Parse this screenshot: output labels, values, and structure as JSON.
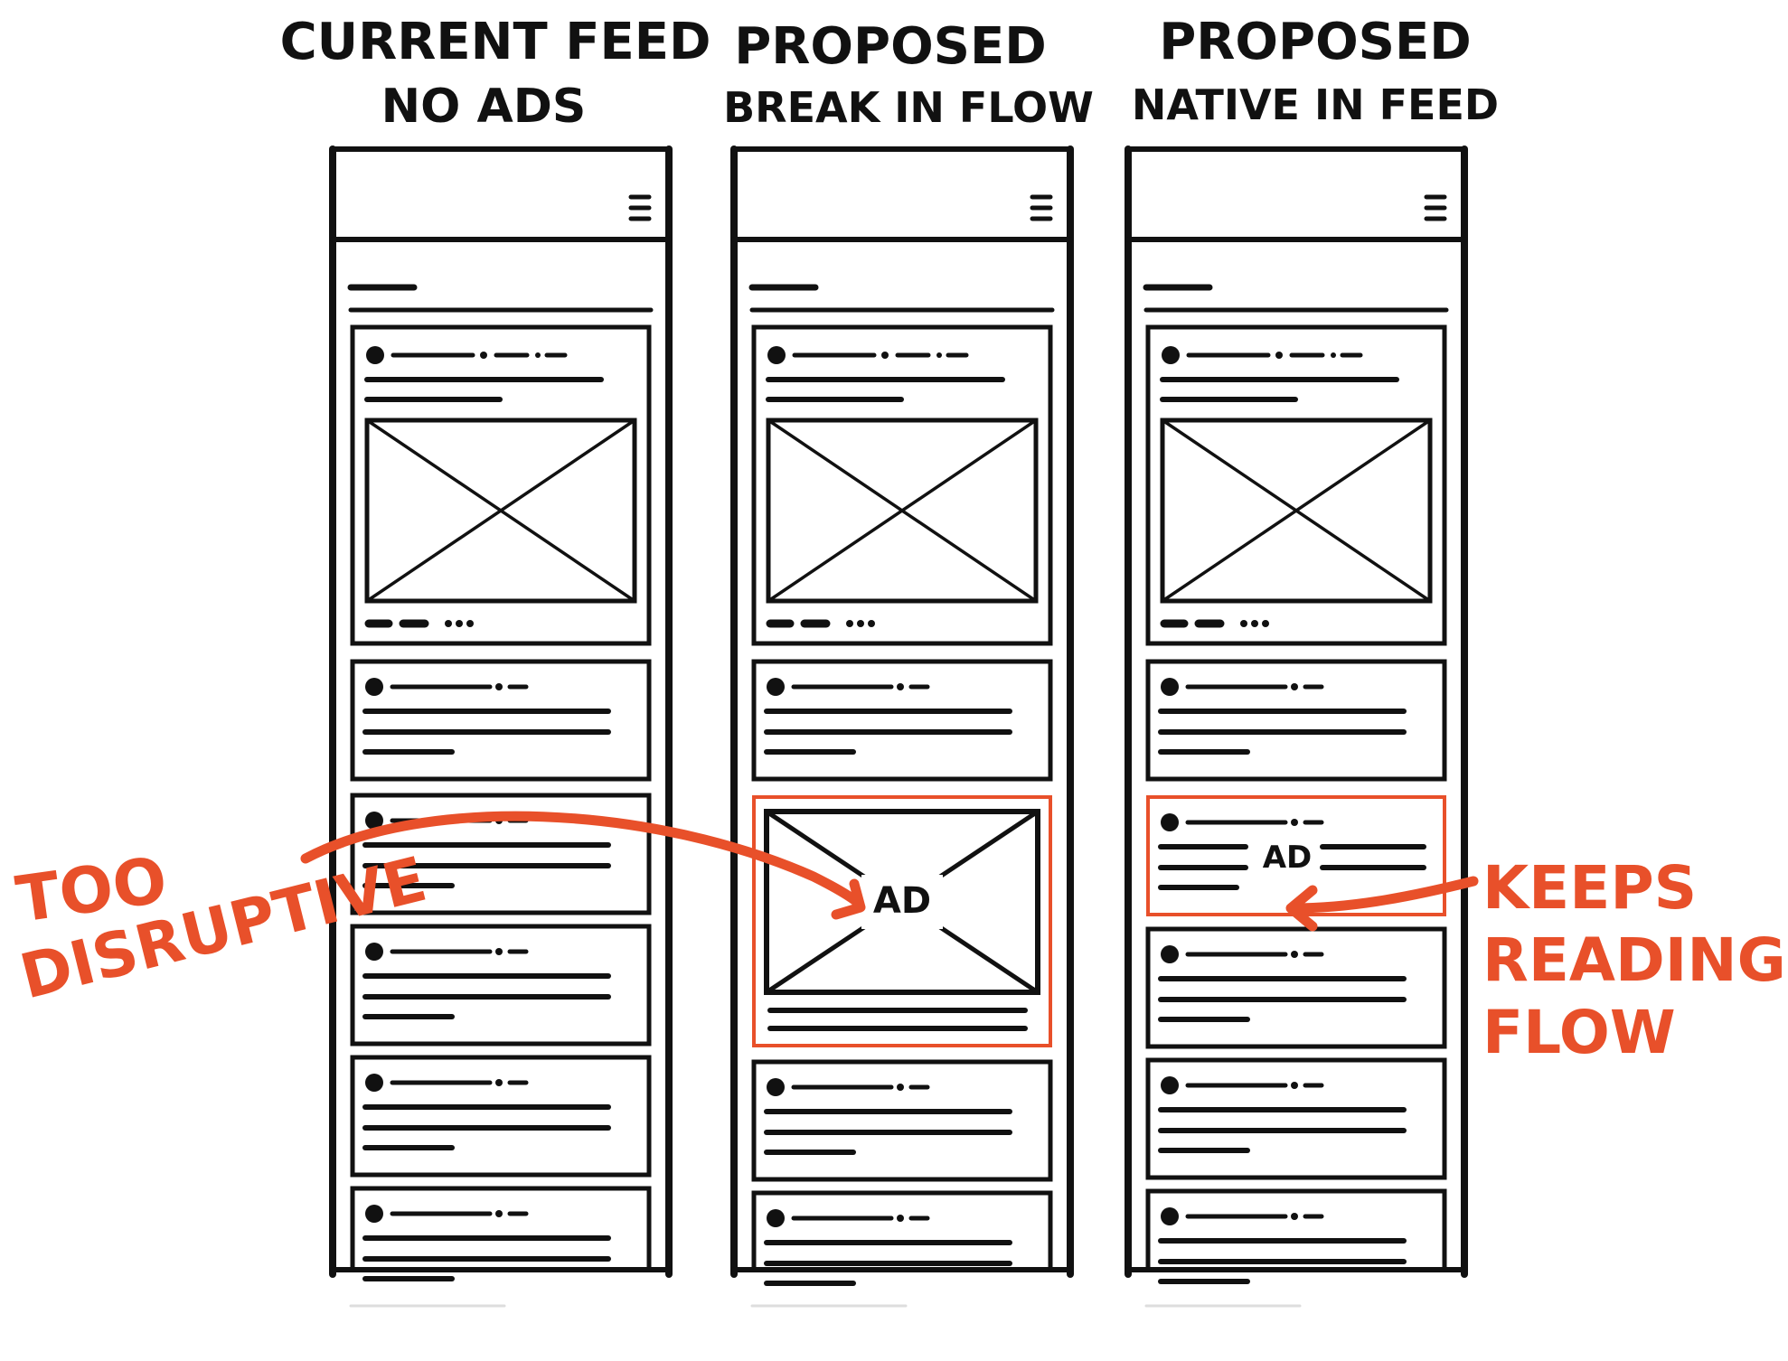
{
  "columns": [
    {
      "id": "current",
      "title_line1": "CURRENT FEED",
      "title_line2": "NO ADS",
      "ad_type": "none"
    },
    {
      "id": "break",
      "title_line1": "PROPOSED",
      "title_line2": "BREAK IN FLOW",
      "ad_type": "break"
    },
    {
      "id": "native",
      "title_line1": "PROPOSED",
      "title_line2": "NATIVE IN FEED",
      "ad_type": "native"
    }
  ],
  "ad_label": "AD",
  "annotations": {
    "left_line1": "TOO",
    "left_line2": "DISRUPTIVE",
    "right_line1": "KEEPS",
    "right_line2": "READING",
    "right_line3": "FLOW"
  },
  "menu_icon": "hamburger-menu-icon",
  "colors": {
    "ink": "#111111",
    "accent": "#e8502a"
  }
}
